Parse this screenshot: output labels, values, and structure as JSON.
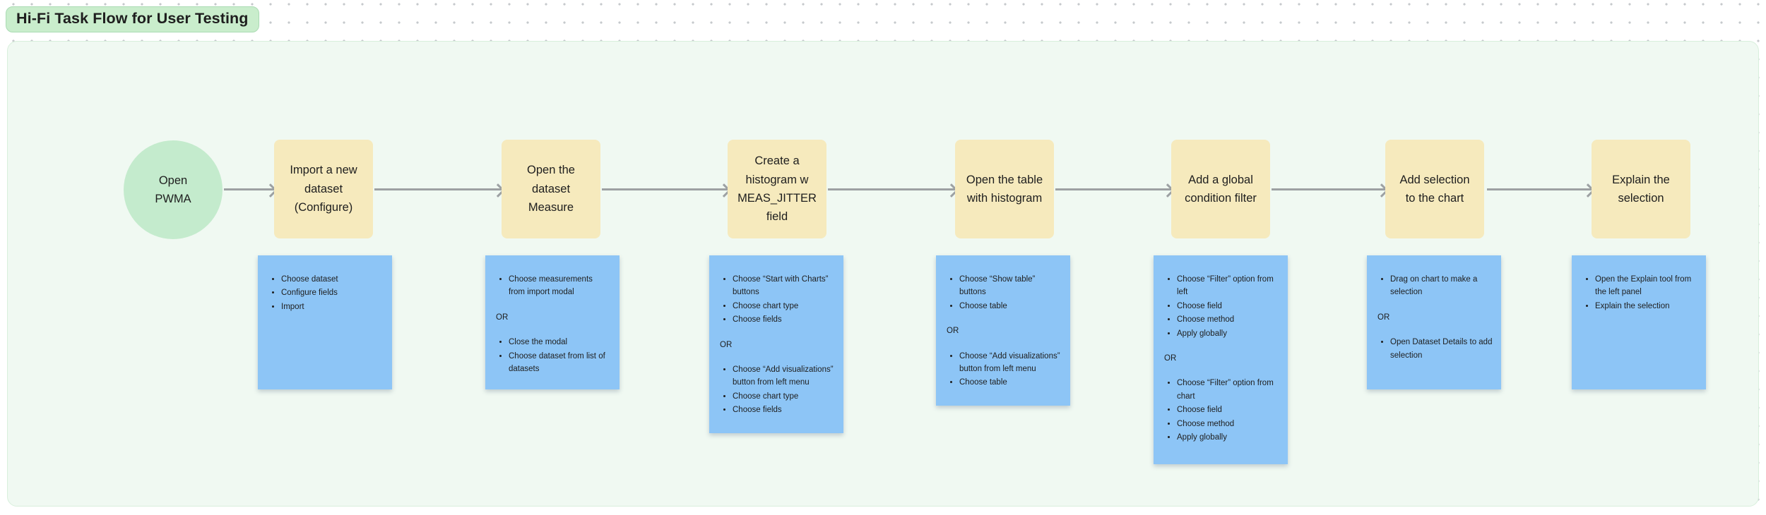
{
  "section": {
    "title": "Hi-Fi Task Flow for User Testing"
  },
  "colors": {
    "section_bg": "#f0f9f2",
    "section_border": "#d8efdc",
    "title_pill_bg": "#c9edcc",
    "start_node_bg": "#c4ebcd",
    "step_node_bg": "#f6eabd",
    "sticky_bg": "#8dc5f6",
    "arrow": "#9da1a3",
    "text": "#1e1e1e"
  },
  "flow": {
    "start": {
      "label": "Open PWMA"
    },
    "steps": [
      {
        "label": "Import a new dataset (Configure)",
        "note": [
          {
            "bullets": [
              "Choose dataset",
              "Configure fields",
              "Import"
            ]
          }
        ]
      },
      {
        "label": "Open the dataset Measure",
        "note": [
          {
            "bullets": [
              "Choose measurements from import modal"
            ]
          },
          {
            "text": "OR"
          },
          {
            "bullets": [
              "Close the modal",
              "Choose dataset from list of datasets"
            ]
          }
        ]
      },
      {
        "label": "Create a histogram w MEAS_JITTER field",
        "note": [
          {
            "bullets": [
              "Choose “Start with Charts” buttons",
              "Choose chart type",
              "Choose fields"
            ]
          },
          {
            "text": "OR"
          },
          {
            "bullets": [
              "Choose “Add visualizations” button from left menu",
              "Choose chart type",
              "Choose fields"
            ]
          }
        ]
      },
      {
        "label": "Open the table with histogram",
        "note": [
          {
            "bullets": [
              "Choose “Show table” buttons",
              "Choose table"
            ]
          },
          {
            "text": "OR"
          },
          {
            "bullets": [
              "Choose “Add visualizations” button from left menu",
              "Choose table"
            ]
          }
        ]
      },
      {
        "label": "Add a global condition filter",
        "note": [
          {
            "bullets": [
              "Choose “Filter” option from left",
              "Choose field",
              "Choose method",
              "Apply globally"
            ]
          },
          {
            "text": "OR"
          },
          {
            "bullets": [
              "Choose “Filter” option from chart",
              "Choose field",
              "Choose method",
              "Apply globally"
            ]
          }
        ]
      },
      {
        "label": "Add selection to the chart",
        "note": [
          {
            "bullets": [
              "Drag on chart to make a selection"
            ]
          },
          {
            "text": "OR"
          },
          {
            "bullets": [
              "Open Dataset Details to add selection"
            ]
          }
        ]
      },
      {
        "label": "Explain the selection",
        "note": [
          {
            "bullets": [
              "Open the Explain tool from the left panel",
              "Explain the selection"
            ]
          }
        ]
      }
    ]
  }
}
